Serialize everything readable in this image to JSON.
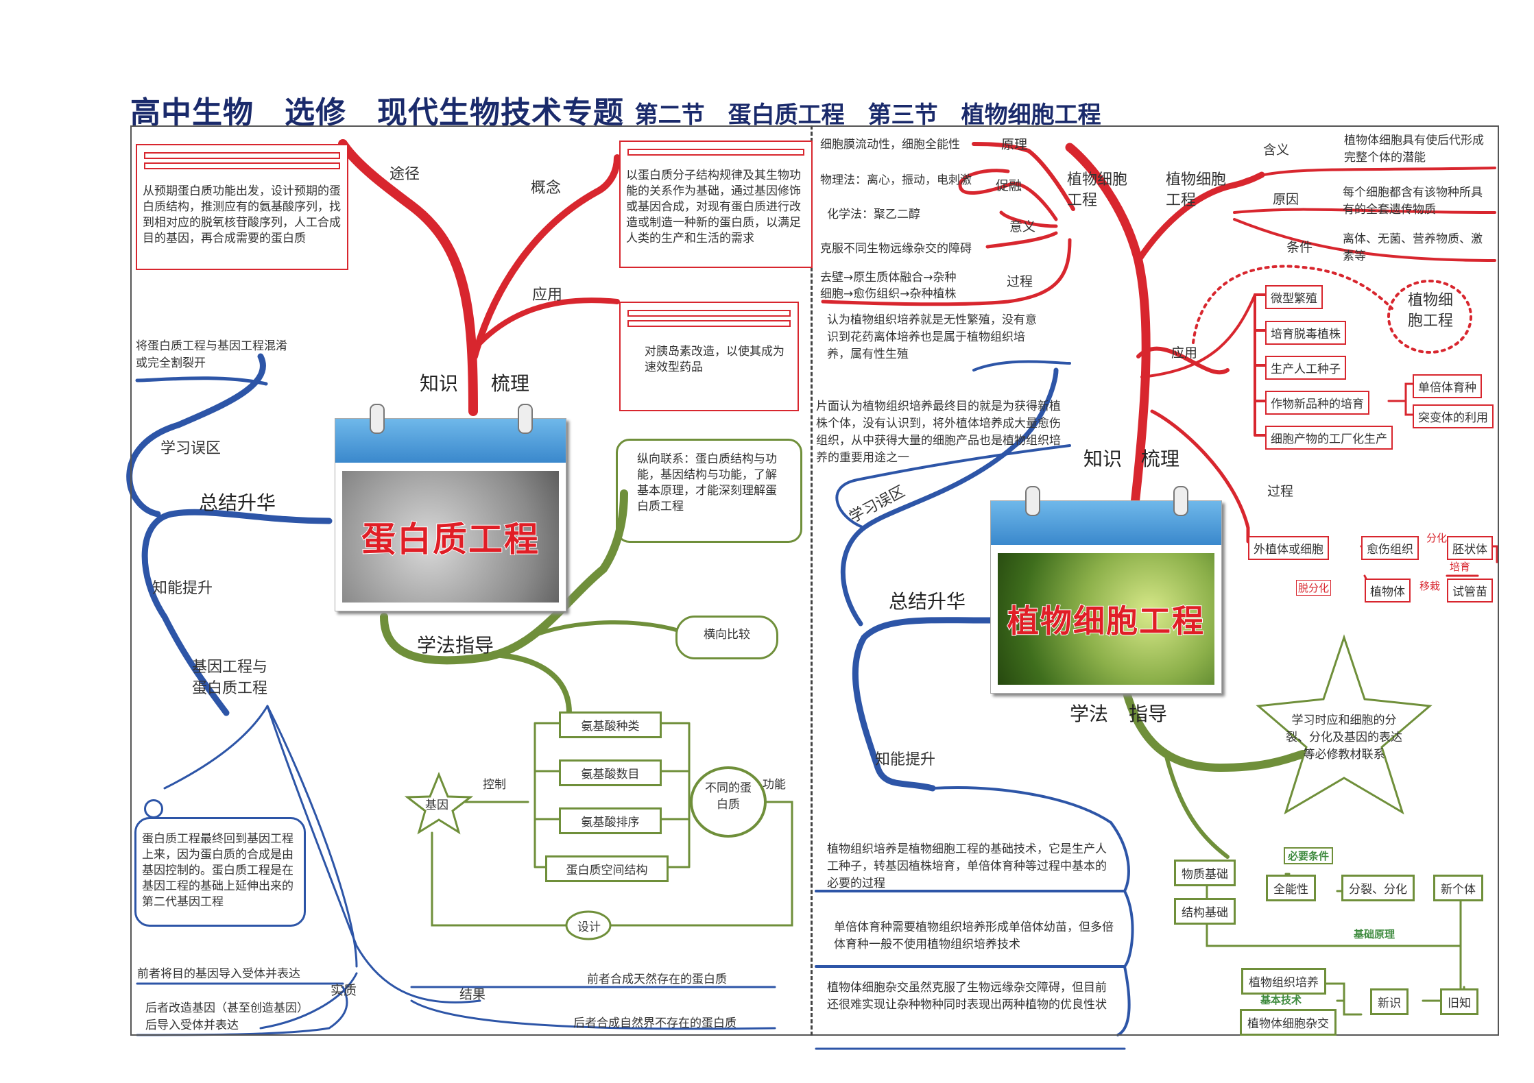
{
  "title": {
    "main": "高中生物　选修　现代生物技术专题",
    "sub": "第二节　蛋白质工程　第三节　植物细胞工程"
  },
  "colors": {
    "red": "#d8262e",
    "blue": "#2d55a7",
    "green": "#6f8f3a",
    "title": "#1a2a6b"
  },
  "left": {
    "center_title": "蛋白质工程",
    "knowledge": {
      "label_a": "知识",
      "label_b": "梳理",
      "route_label": "途径",
      "route_text": "从预期蛋白质功能出发，设计预期的蛋白质结构，推测应有的氨基酸序列，找到相对应的脱氧核苷酸序列，人工合成目的基因，再合成需要的蛋白质",
      "concept_label": "概念",
      "concept_text": "以蛋白质分子结构规律及其生物功能的关系作为基础，通过基因修饰或基因合成，对现有蛋白质进行改造或制造一种新的蛋白质，以满足人类的生产和生活的需求",
      "apply_label": "应用",
      "apply_text": "对胰岛素改造，以使其成为速效型药品"
    },
    "summary": {
      "label": "总结升华",
      "mistake_label": "学习误区",
      "mistake_text": "将蛋白质工程与基因工程混淆或完全割裂开",
      "ability_label": "知能提升",
      "gene_label": "基因工程与蛋白质工程",
      "gene_text": "蛋白质工程最终回到基因工程上来，因为蛋白质的合成是由基因控制的。蛋白质工程是在基因工程的基础上延伸出来的第二代基因工程",
      "essence_label": "实质",
      "essence_a": "前者将目的基因导入受体并表达",
      "essence_b": "后者改造基因（甚至创造基因）后导入受体并表达",
      "result_label": "结果",
      "result_a": "前者合成天然存在的蛋白质",
      "result_b": "后者合成自然界不存在的蛋白质"
    },
    "method": {
      "label": "学法指导",
      "vertical_text": "纵向联系：蛋白质结构与功能，基因结构与功能，了解基本原理，才能深刻理解蛋白质工程",
      "horizontal": "横向比较",
      "gene": "基因",
      "control": "控制",
      "items": [
        "氨基酸种类",
        "氨基酸数目",
        "氨基酸排序",
        "蛋白质空间结构"
      ],
      "diff_protein": "不同的蛋白质",
      "function": "功能",
      "design": "设计"
    }
  },
  "right": {
    "center_title": "植物细胞工程",
    "knowledge": {
      "label_a": "知识",
      "label_b": "梳理",
      "fusion_branch": "植物细胞工程",
      "principle_text": "细胞膜流动性，细胞全能性",
      "principle": "原理",
      "physical": "物理法：离心，振动，电刺激",
      "promote": "促融",
      "chemical": "化学法：聚乙二醇",
      "meaning": "意义",
      "meaning_text": "克服不同生物远缘杂交的障碍",
      "process": "过程",
      "process_text_a": "去壁→原生质体融合→杂种",
      "process_text_b": "细胞→愈伤组织→杂种植株",
      "culture_branch": "植物细胞工程",
      "meaning2": "含义",
      "meaning2_text": "植物体细胞具有使后代形成完整个体的潜能",
      "reason": "原因",
      "reason_text": "每个细胞都含有该物种所具有的全套遗传物质",
      "condition": "条件",
      "condition_text": "离体、无菌、营养物质、激素等",
      "circle": "植物细胞工程",
      "apply": "应用",
      "apply_items": [
        "微型繁殖",
        "培育脱毒植株",
        "生产人工种子",
        "作物新品种的培育",
        "细胞产物的工厂化生产"
      ],
      "breed_items": [
        "单倍体育种",
        "突变体的利用"
      ],
      "process2": "过程",
      "explant": "外植体或细胞",
      "callus": "愈伤组织",
      "embryoid": "胚状体",
      "plant": "植物体",
      "tube": "试管苗",
      "differentiate": "分化",
      "dediff": "脱分化",
      "cultivate": "培育",
      "transplant": "移栽"
    },
    "summary": {
      "label": "总结升华",
      "mistake_label": "学习误区",
      "mistake_a": "认为植物组织培养就是无性繁殖，没有意识到花药离体培养也是属于植物组织培养，属有性生殖",
      "mistake_b": "片面认为植物组织培养最终目的就是为获得新植株个体，没有认识到，将外植体培养成大量愈伤组织，从中获得大量的细胞产品也是植物组织培养的重要用途之一",
      "ability_label": "知能提升",
      "ability_a": "植物组织培养是植物细胞工程的基础技术，它是生产人工种子，转基因植株培育，单倍体育种等过程中基本的必要的过程",
      "ability_b": "单倍体育种需要植物组织培养形成单倍体幼苗，但多倍体育种一般不使用植物组织培养技术",
      "ability_c": "植物体细胞杂交虽然克服了生物远缘杂交障碍，但目前还很难实现让杂种物种同时表现出两种植物的优良性状"
    },
    "method": {
      "label_a": "学法",
      "label_b": "指导",
      "star_text": "学习时应和细胞的分裂、分化及基因的表达等必修教材联系",
      "material": "物质基础",
      "structure": "结构基础",
      "required": "必要条件",
      "totipotency": "全能性",
      "divide": "分裂、分化",
      "new_body": "新个体",
      "basic_principle": "基础原理",
      "tissue_culture": "植物组织培养",
      "basic_tech": "基本技术",
      "somatic_hybrid": "植物体细胞杂交",
      "new_know": "新识",
      "old_know": "旧知"
    }
  }
}
